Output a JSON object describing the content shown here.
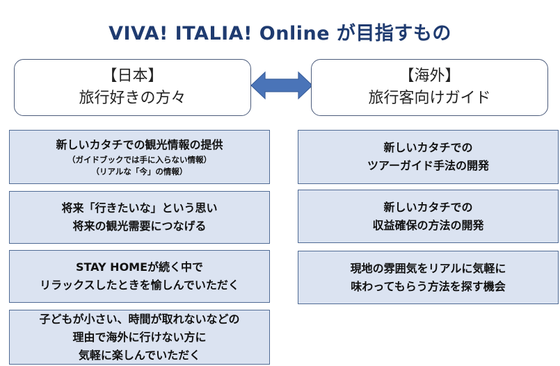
{
  "title": "VIVA! ITALIA! Online が目指すもの",
  "left_header": {
    "line1": "【日本】",
    "line2": "旅行好きの方々"
  },
  "right_header": {
    "line1": "【海外】",
    "line2": "旅行客向けガイド"
  },
  "left_items": [
    {
      "lines": [
        "新しいカタチでの観光情報の提供"
      ],
      "notes": [
        "（ガイドブックでは手に入らない情報）",
        "（リアルな「今」の情報）"
      ]
    },
    {
      "lines": [
        "将来「行きたいな」という思い",
        "将来の観光需要につなげる"
      ]
    },
    {
      "lines": [
        "STAY HOMEが続く中で",
        "リラックスしたときを愉しんでいただく"
      ]
    },
    {
      "lines": [
        "子どもが小さい、時間が取れないなどの",
        "理由で海外に行けない方に",
        "気軽に楽しんでいただく"
      ]
    }
  ],
  "right_items": [
    {
      "lines": [
        "新しいカタチでの",
        "ツアーガイド手法の開発"
      ]
    },
    {
      "lines": [
        "新しいカタチでの",
        "収益確保の方法の開発"
      ]
    },
    {
      "lines": [
        "現地の雰囲気をリアルに気軽に",
        "味わってもらう方法を探す機会"
      ]
    }
  ],
  "colors": {
    "title": "#1f3b70",
    "card_fill": "#dbe3f1",
    "card_border": "#4f6a94",
    "arrow_fill": "#4a74b8"
  },
  "icons": {
    "connector": "double-arrow-icon"
  }
}
